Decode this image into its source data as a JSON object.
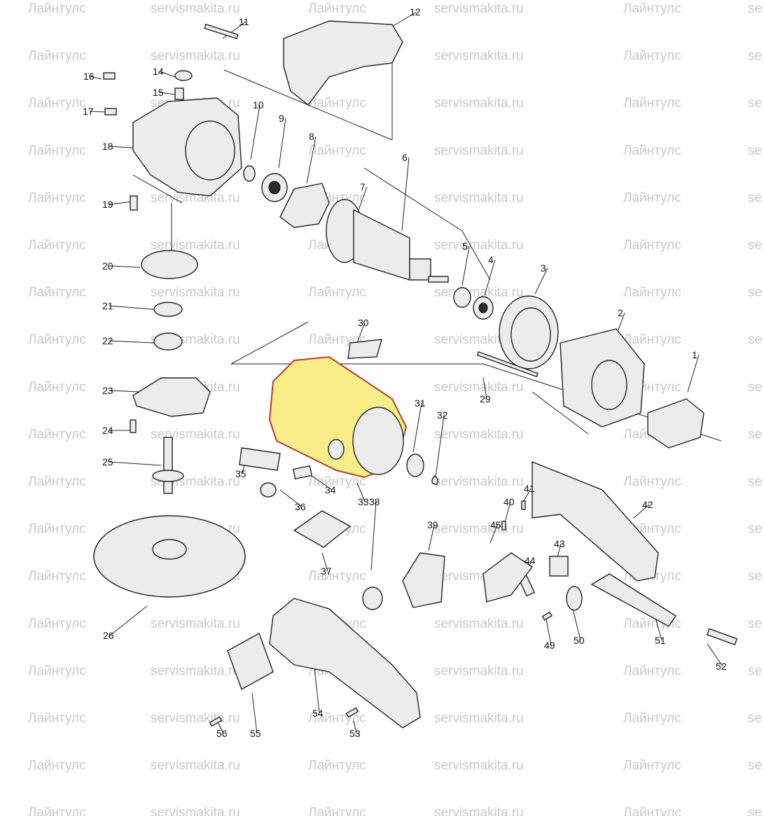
{
  "watermarks": {
    "brand": "Лайнтулс",
    "site": "servismakita.ru",
    "cut": "se"
  },
  "highlight_color": "#f7ee8a",
  "highlight_outline": "#c0392b",
  "parts": [
    {
      "label": "1"
    },
    {
      "label": "2"
    },
    {
      "label": "3"
    },
    {
      "label": "4"
    },
    {
      "label": "5"
    },
    {
      "label": "6"
    },
    {
      "label": "7"
    },
    {
      "label": "8"
    },
    {
      "label": "9"
    },
    {
      "label": "10"
    },
    {
      "label": "11"
    },
    {
      "label": "12"
    },
    {
      "label": "14"
    },
    {
      "label": "15"
    },
    {
      "label": "16"
    },
    {
      "label": "17"
    },
    {
      "label": "18"
    },
    {
      "label": "19"
    },
    {
      "label": "20"
    },
    {
      "label": "21"
    },
    {
      "label": "22"
    },
    {
      "label": "23"
    },
    {
      "label": "24"
    },
    {
      "label": "25"
    },
    {
      "label": "26"
    },
    {
      "label": "29"
    },
    {
      "label": "30"
    },
    {
      "label": "31"
    },
    {
      "label": "32"
    },
    {
      "label": "33",
      "highlighted": true
    },
    {
      "label": "34"
    },
    {
      "label": "35"
    },
    {
      "label": "36"
    },
    {
      "label": "37"
    },
    {
      "label": "38"
    },
    {
      "label": "39"
    },
    {
      "label": "40"
    },
    {
      "label": "41"
    },
    {
      "label": "42"
    },
    {
      "label": "43"
    },
    {
      "label": "44"
    },
    {
      "label": "45"
    },
    {
      "label": "49"
    },
    {
      "label": "50"
    },
    {
      "label": "51"
    },
    {
      "label": "52"
    },
    {
      "label": "53"
    },
    {
      "label": "54"
    },
    {
      "label": "55"
    },
    {
      "label": "56"
    }
  ]
}
